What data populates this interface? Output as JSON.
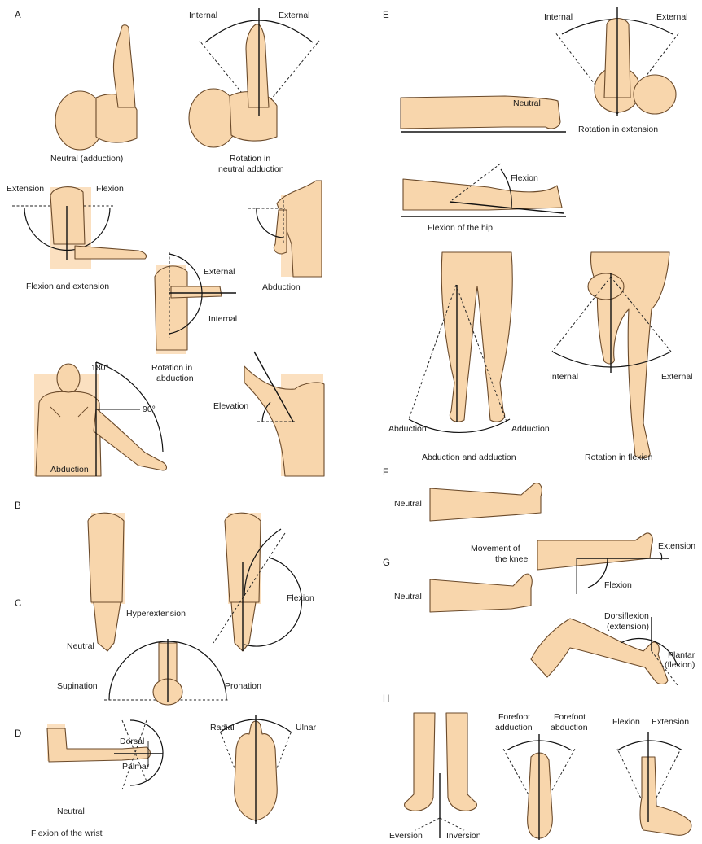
{
  "sections": {
    "a": "A",
    "b": "B",
    "c": "C",
    "d": "D",
    "e": "E",
    "f": "F",
    "g": "G",
    "h": "H"
  },
  "labels": {
    "internal": "Internal",
    "external": "External",
    "neutral_adduction": "Neutral (adduction)",
    "rotation_in_neutral_1": "Rotation in",
    "rotation_in_neutral_2": "neutral adduction",
    "extension": "Extension",
    "flexion": "Flexion",
    "flexion_and_extension": "Flexion and extension",
    "abduction": "Abduction",
    "rotation_in_abduction_1": "Rotation in",
    "rotation_in_abduction_2": "abduction",
    "deg_180": "180°",
    "deg_90": "90°",
    "elevation": "Elevation",
    "hyperextension": "Hyperextension",
    "neutral": "Neutral",
    "supination": "Supination",
    "pronation": "Pronation",
    "dorsal": "Dorsal",
    "palmar": "Palmar",
    "flexion_of_the_wrist": "Flexion of the wrist",
    "radial": "Radial",
    "ulnar": "Ulnar",
    "rotation_in_extension": "Rotation in extension",
    "flexion_of_the_hip": "Flexion of the hip",
    "adduction": "Adduction",
    "abduction_and_adduction": "Abduction and adduction",
    "rotation_in_flexion": "Rotation in flexion",
    "movement_of_the_knee_1": "Movement of",
    "movement_of_the_knee_2": "the knee",
    "dorsiflexion_1": "Dorsiflexion",
    "dorsiflexion_2": "(extension)",
    "plantar_1": "Plantar",
    "plantar_2": "(flexion)",
    "forefoot_adduction_1": "Forefoot",
    "forefoot_adduction_2": "adduction",
    "forefoot_abduction_1": "Forefoot",
    "forefoot_abduction_2": "abduction",
    "eversion": "Eversion",
    "inversion": "Inversion"
  }
}
